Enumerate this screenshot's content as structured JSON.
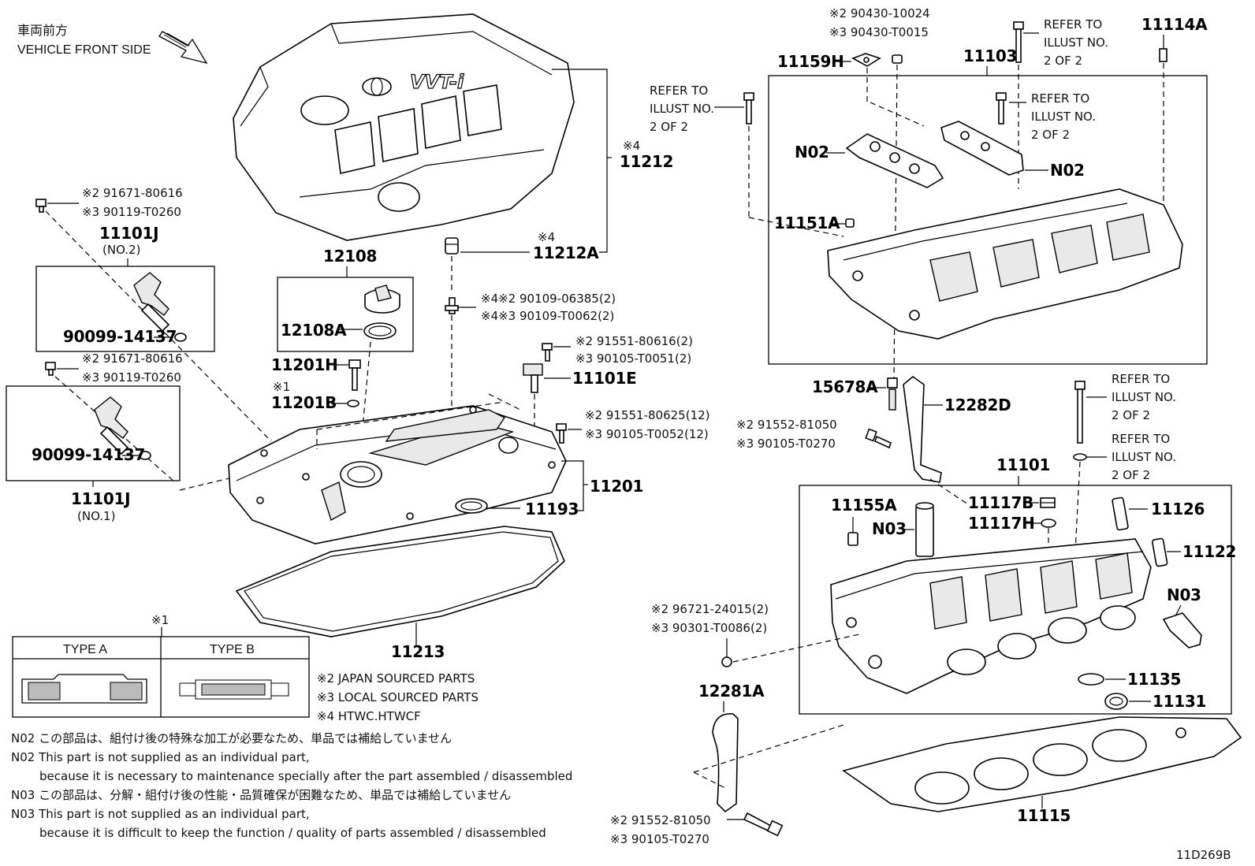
{
  "header": {
    "front_jp": "車両前方",
    "front_en": "VEHICLE FRONT SIDE"
  },
  "cover": {
    "logo_text": "VVT-i",
    "label_11212": "11212",
    "mark_11212": "※4",
    "label_11212A": "11212A",
    "mark_11212A": "※4"
  },
  "vvt_no2": {
    "bolt_ref1": "※2 91671-80616",
    "bolt_ref2": "※3 90119-T0260",
    "label": "11101J",
    "sub": "(NO.2)",
    "oring": "90099-14137"
  },
  "vvt_no1": {
    "bolt_ref1": "※2 91671-80616",
    "bolt_ref2": "※3 90119-T0260",
    "label": "11101J",
    "sub": "(NO.1)",
    "oring": "90099-14137"
  },
  "cap": {
    "label_12108": "12108",
    "label_12108A": "12108A"
  },
  "head_cover": {
    "label_11201H": "11201H",
    "mark_11201B": "※1",
    "label_11201B": "11201B",
    "stud_ref1": "※4※2 90109-06385(2)",
    "stud_ref2": "※4※3 90109-T0062(2)",
    "sensor_ref1": "※2 91551-80616(2)",
    "sensor_ref2": "※3 90105-T0051(2)",
    "label_11101E": "11101E",
    "bolt_ref1": "※2 91551-80625(12)",
    "bolt_ref2": "※3 90105-T0052(12)",
    "label_11201": "11201",
    "label_11193": "11193",
    "label_11213": "11213"
  },
  "cam_housing": {
    "top_ref1": "※2 90430-10024",
    "top_ref2": "※3 90430-T0015",
    "label_11159H": "11159H",
    "label_11103": "11103",
    "refer_a": [
      "REFER TO",
      "ILLUST NO.",
      "2 OF 2"
    ],
    "label_11114A": "11114A",
    "refer_b": [
      "REFER TO",
      "ILLUST NO.",
      "2 OF 2"
    ],
    "refer_c": [
      "REFER TO",
      "ILLUST NO.",
      "2 OF 2"
    ],
    "label_N02a": "N02",
    "label_N02b": "N02",
    "label_11151A": "11151A"
  },
  "head": {
    "label_15678A": "15678A",
    "label_12282D": "12282D",
    "bracket_ref1": "※2 91552-81050",
    "bracket_ref2": "※3 90105-T0270",
    "refer_d": [
      "REFER TO",
      "ILLUST NO.",
      "2 OF 2"
    ],
    "refer_e": [
      "REFER TO",
      "ILLUST NO.",
      "2 OF 2"
    ],
    "label_11101": "11101",
    "label_11155A": "11155A",
    "label_N03a": "N03",
    "label_11117B": "11117B",
    "label_11117H": "11117H",
    "label_11126": "11126",
    "label_11122": "11122",
    "label_N03b": "N03",
    "pin_ref1": "※2 96721-24015(2)",
    "pin_ref2": "※3 90301-T0086(2)",
    "label_11135": "11135",
    "label_11131": "11131",
    "label_12281A": "12281A",
    "bot_ref1": "※2 91552-81050",
    "bot_ref2": "※3 90105-T0270",
    "label_11115": "11115"
  },
  "type_table": {
    "mark": "※1",
    "col_a": "TYPE A",
    "col_b": "TYPE B"
  },
  "legend": {
    "l2": "※2 JAPAN SOURCED PARTS",
    "l3": "※3 LOCAL SOURCED PARTS",
    "l4": "※4 HTWC.HTWCF"
  },
  "notes": {
    "n02_jp": "N02 この部品は、組付け後の特殊な加工が必要なため、単品では補給していません",
    "n02_en1": "N02 This part is not supplied as an individual part,",
    "n02_en2": "because it is necessary to maintenance specially after the part assembled / disassembled",
    "n03_jp": "N03 この部品は、分解・組付け後の性能・品質確保が困難なため、単品では補給していません",
    "n03_en1": "N03 This part is not supplied as an individual part,",
    "n03_en2": "because it is difficult to keep the function / quality of parts assembled / disassembled"
  },
  "footer": {
    "code": "11D269B"
  }
}
